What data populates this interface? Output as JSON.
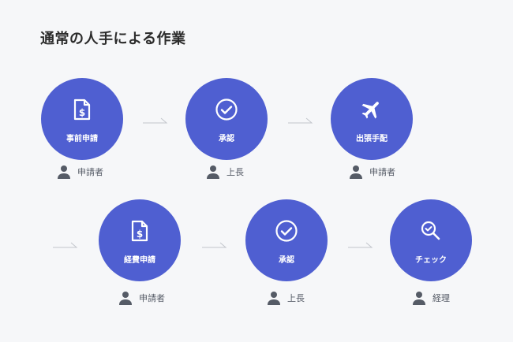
{
  "title": "通常の人手による作業",
  "steps": [
    {
      "label": "事前申請",
      "icon": "document-dollar-icon",
      "person": "申請者"
    },
    {
      "label": "承認",
      "icon": "check-circle-icon",
      "person": "上長"
    },
    {
      "label": "出張手配",
      "icon": "airplane-icon",
      "person": "申請者"
    },
    {
      "label": "経費申請",
      "icon": "document-dollar-icon",
      "person": "申請者"
    },
    {
      "label": "承認",
      "icon": "check-circle-icon",
      "person": "上長"
    },
    {
      "label": "チェック",
      "icon": "search-check-icon",
      "person": "経理"
    }
  ],
  "colors": {
    "circle": "#4f5fd1",
    "background": "#f6f7f9",
    "text": "#2c2c2c",
    "muted": "#555b66",
    "arrow": "#c3c6cc"
  }
}
